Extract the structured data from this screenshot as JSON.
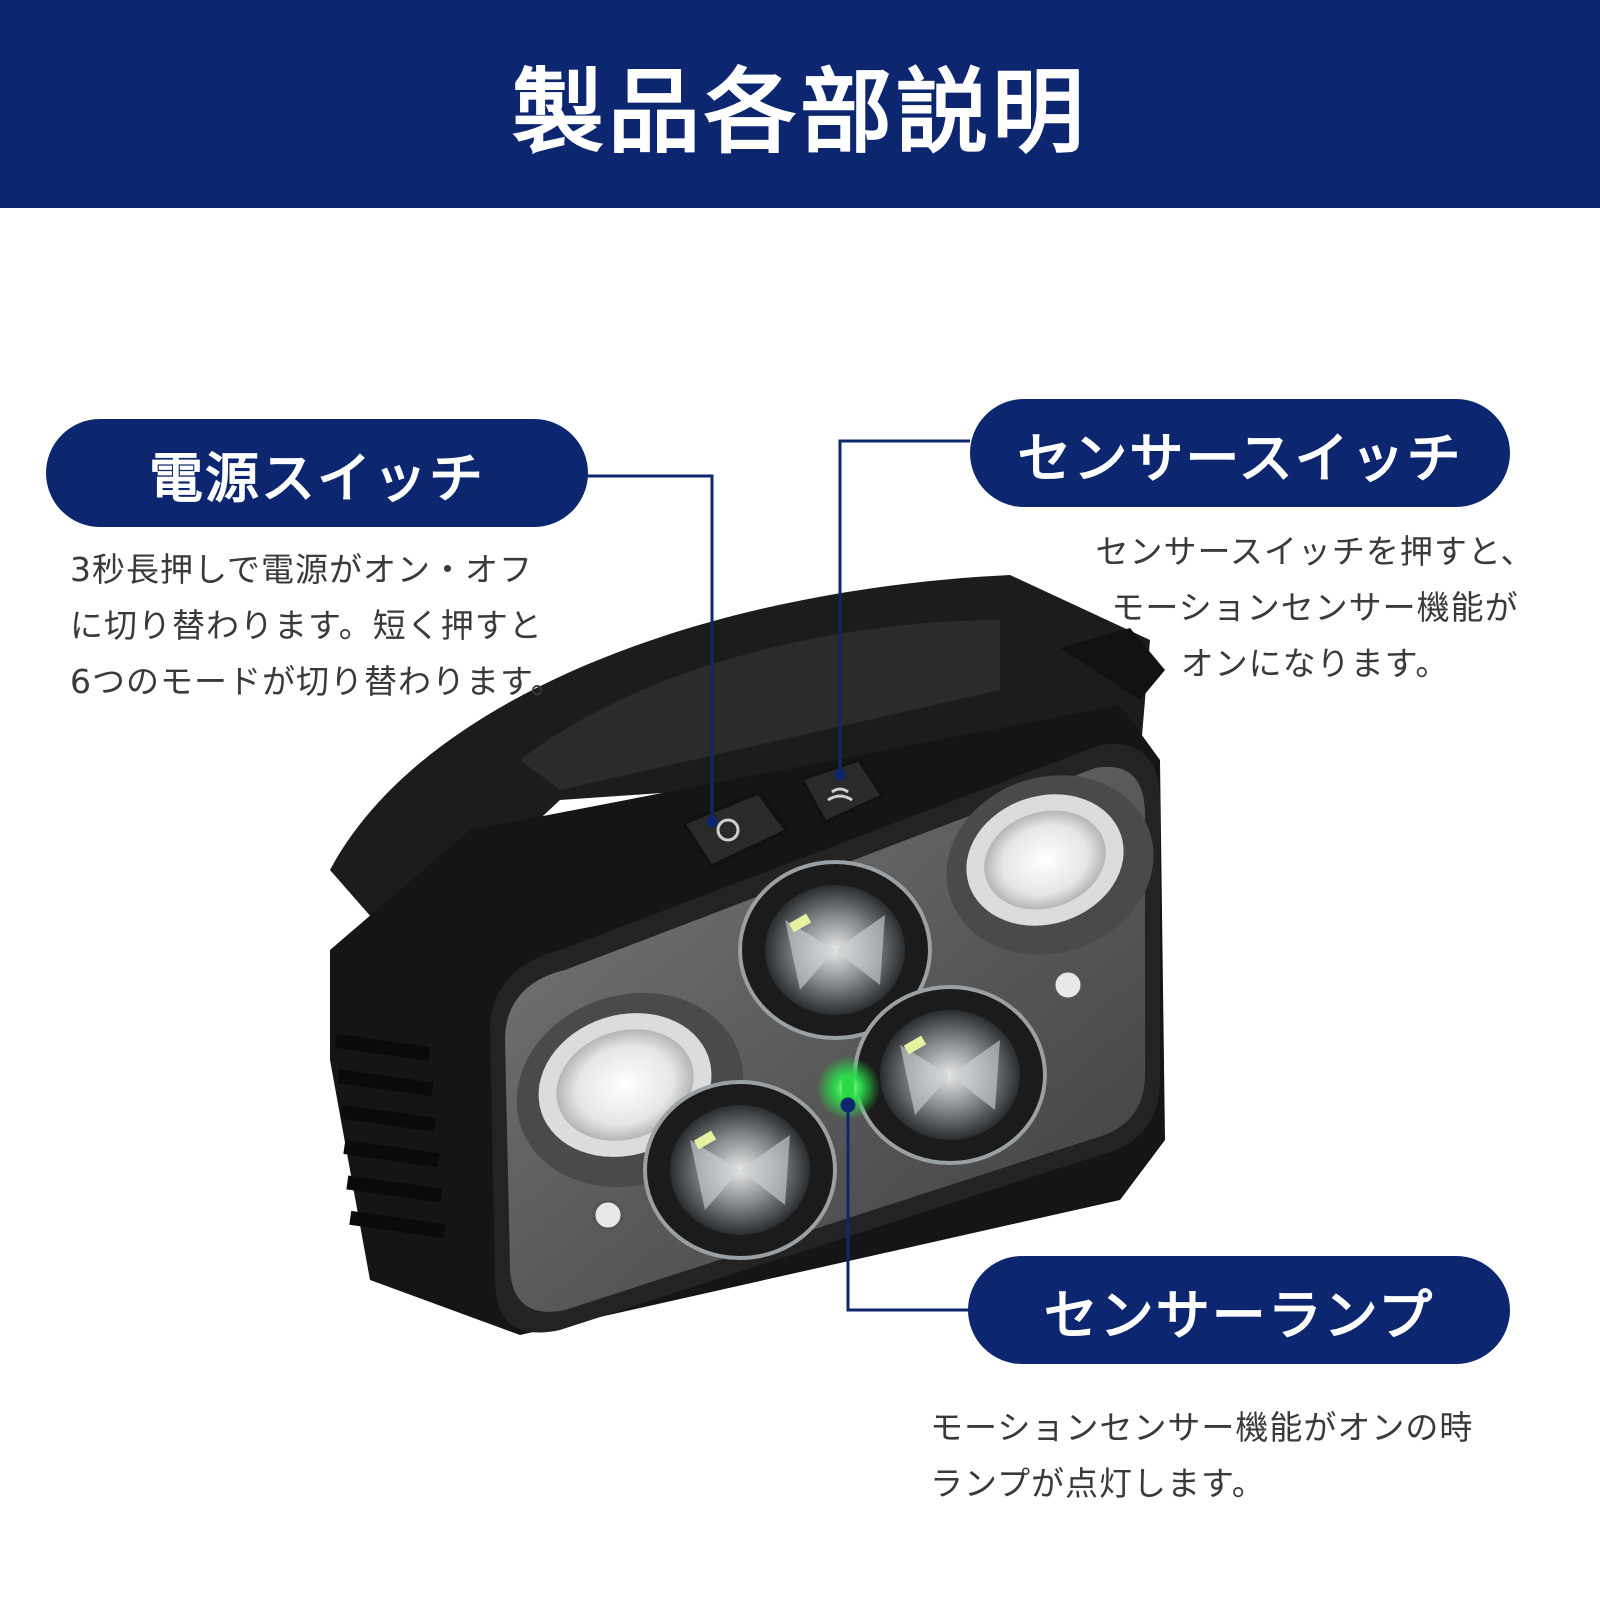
{
  "header": {
    "title": "製品各部説明"
  },
  "callouts": {
    "power": {
      "label": "電源スイッチ",
      "lines": [
        "3秒長押しで電源がオン・オフ",
        "に切り替わります。短く押すと",
        "6つのモードが切り替わります。"
      ]
    },
    "sensor_switch": {
      "label": "センサースイッチ",
      "lines": [
        "センサースイッチを押すと、",
        "モーションセンサー機能が",
        "オンになります。"
      ]
    },
    "sensor_lamp": {
      "label": "センサーランプ",
      "lines": [
        "モーションセンサー機能がオンの時",
        "ランプが点灯します。"
      ]
    }
  },
  "colors": {
    "brand_navy": "#0c2670",
    "sensor_green": "#2bd84a",
    "text": "#3a3a3a"
  },
  "icons": {
    "power_button": "power-icon",
    "sensor_button": "motion-wave-icon"
  }
}
